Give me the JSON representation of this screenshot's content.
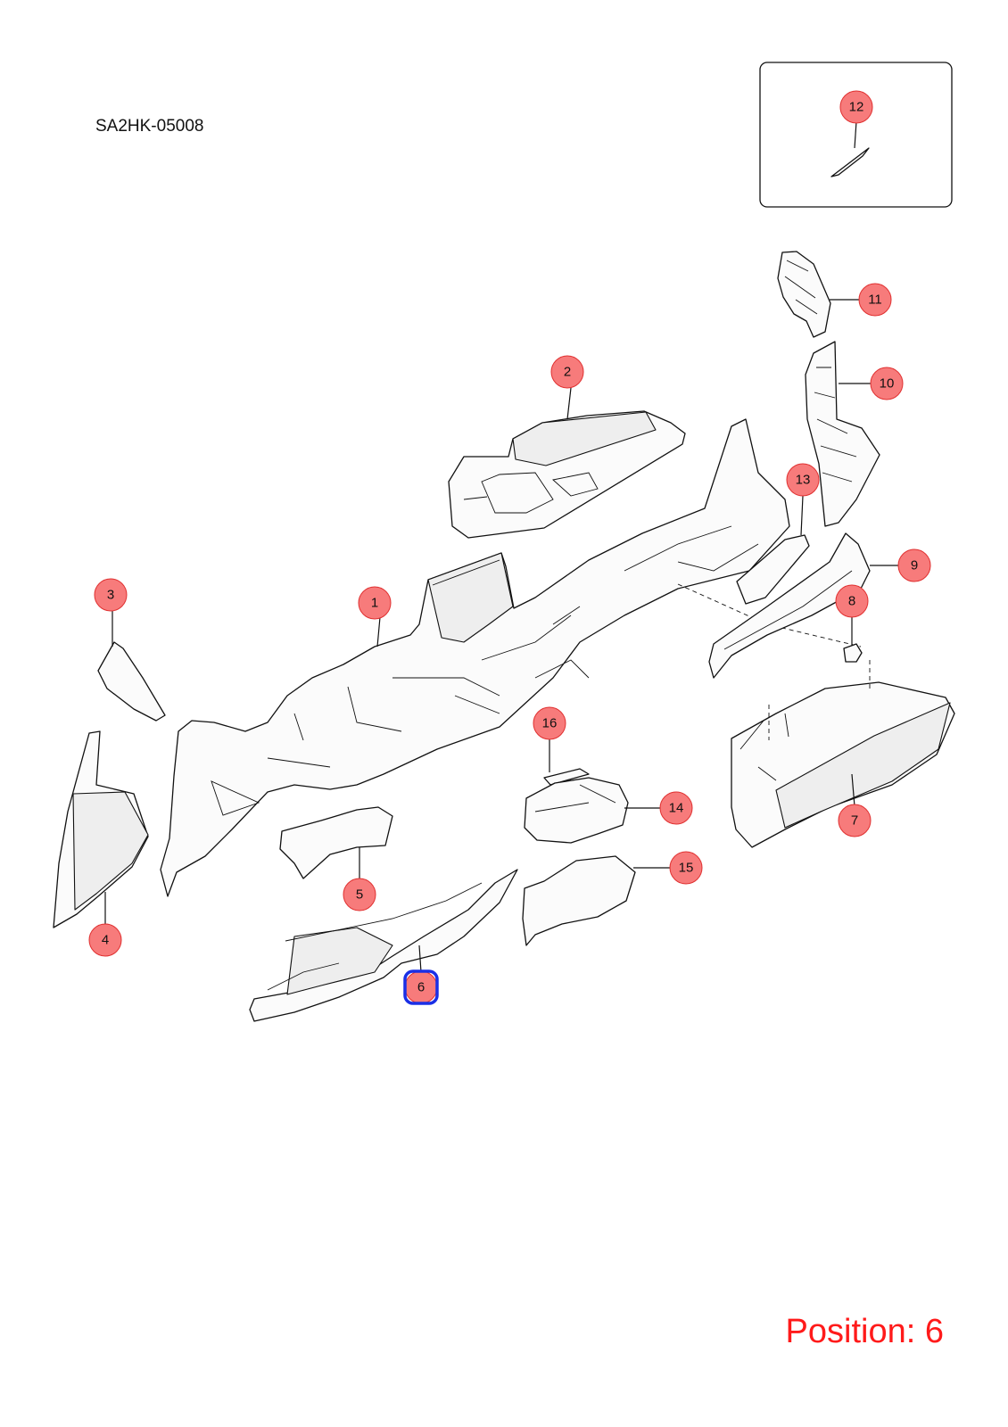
{
  "diagram_code": "SA2HK-05008",
  "position_label": "Position: 6",
  "selected": "6",
  "colors": {
    "callout_fill": "#f77b7b",
    "callout_stroke": "#e03030",
    "selection": "#1a2fe6",
    "position_text": "#ff1a1a"
  },
  "callouts": [
    {
      "id": "1",
      "label": "1"
    },
    {
      "id": "2",
      "label": "2"
    },
    {
      "id": "3",
      "label": "3"
    },
    {
      "id": "4",
      "label": "4"
    },
    {
      "id": "5",
      "label": "5"
    },
    {
      "id": "6",
      "label": "6"
    },
    {
      "id": "7",
      "label": "7"
    },
    {
      "id": "8",
      "label": "8"
    },
    {
      "id": "9",
      "label": "9"
    },
    {
      "id": "10",
      "label": "10"
    },
    {
      "id": "11",
      "label": "11"
    },
    {
      "id": "12",
      "label": "12"
    },
    {
      "id": "13",
      "label": "13"
    },
    {
      "id": "14",
      "label": "14"
    },
    {
      "id": "15",
      "label": "15"
    },
    {
      "id": "16",
      "label": "16"
    }
  ]
}
